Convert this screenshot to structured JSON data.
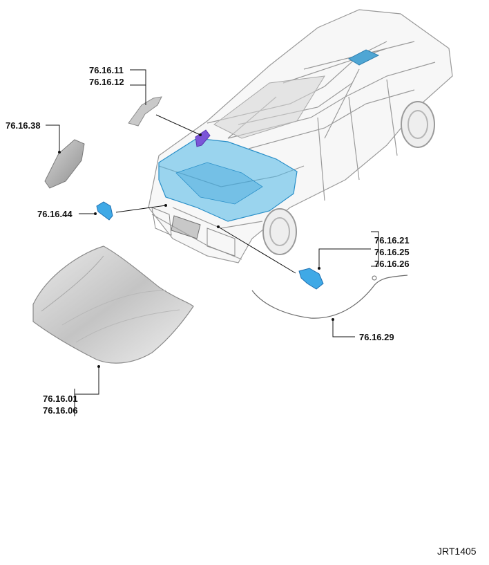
{
  "callouts": {
    "c1": {
      "a": "76.16.11",
      "b": "76.16.12"
    },
    "c2": {
      "a": "76.16.38"
    },
    "c3": {
      "a": "76.16.44"
    },
    "c4": {
      "a": "76.16.21",
      "b": "76.16.25",
      "c": "76.16.26"
    },
    "c5": {
      "a": "76.16.29"
    },
    "c6": {
      "a": "76.16.01",
      "b": "76.16.06"
    }
  },
  "reference": "JRT1405",
  "colors": {
    "highlight_blue": "#4fb8e8",
    "highlight_purple": "#7b55d8",
    "car_outline": "#9a9a9a",
    "hood_panel": "#cfcfcf",
    "leader_line": "#111111"
  }
}
